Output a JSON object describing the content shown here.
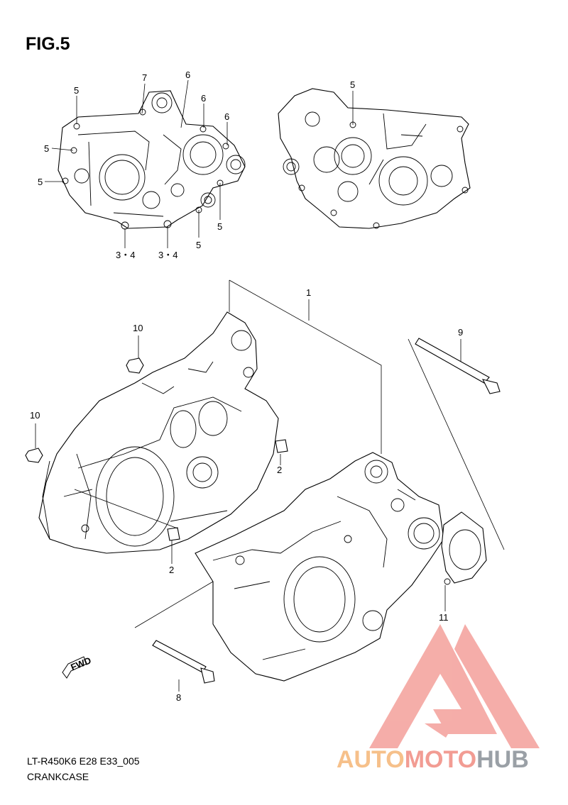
{
  "figure": {
    "title": "FIG.5"
  },
  "callouts": {
    "top_left": [
      "5",
      "7",
      "6",
      "6",
      "6",
      "5",
      "5",
      "5",
      "5",
      "3・4",
      "3・4"
    ],
    "top_right": [
      "5"
    ],
    "main": [
      "1",
      "9",
      "10",
      "10",
      "2",
      "2",
      "11",
      "8"
    ]
  },
  "fwd_marker": "FWD",
  "footer": {
    "code": "LT-R450K6 E28 E33_005",
    "caption": "CRANKCASE"
  },
  "watermark": {
    "part1": "AUTO",
    "part2": "MOTO",
    "part3": "HUB",
    "colors": {
      "triangle": "#f4a5a0",
      "auto": "#f6c08a",
      "moto": "#f29c93",
      "hub": "#9aa0a6"
    }
  }
}
